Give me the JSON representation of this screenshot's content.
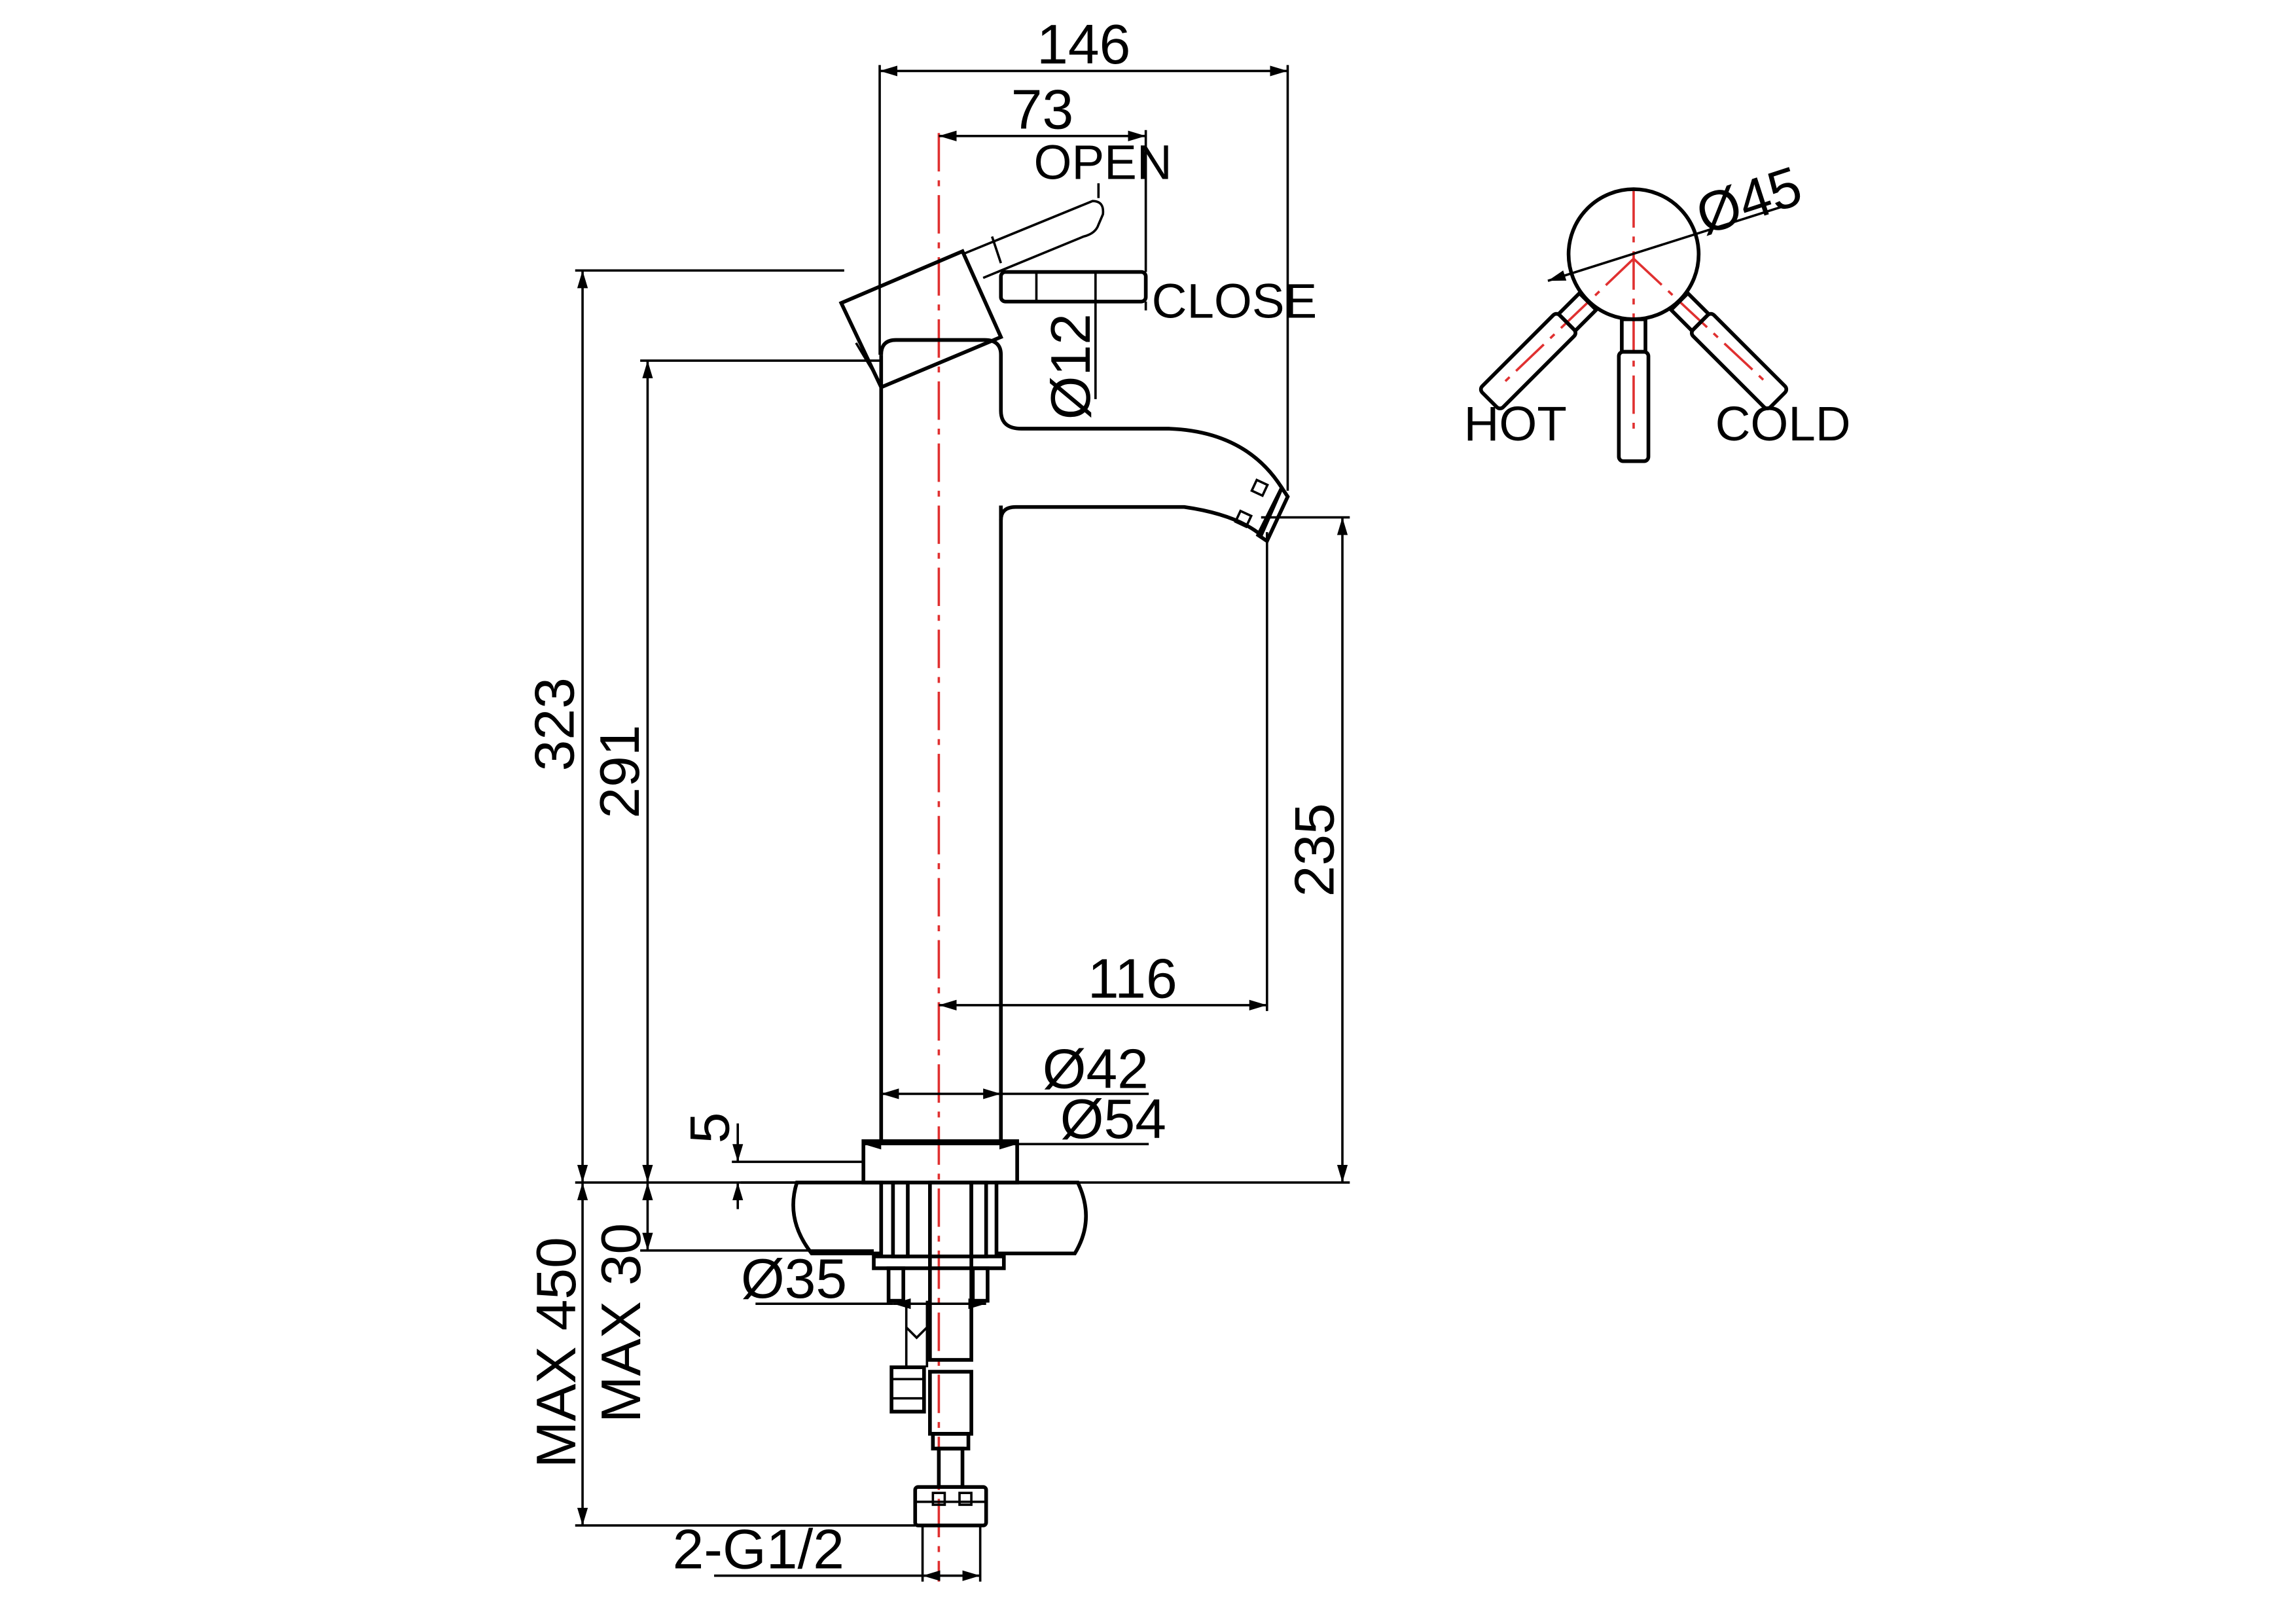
{
  "colors": {
    "line": "#000000",
    "centerline": "#e03030",
    "background": "#ffffff"
  },
  "front_view": {
    "dims": {
      "overall_width": "146",
      "handle_offset": "73",
      "handle_dia": "Ø12",
      "total_height": "323",
      "body_height": "291",
      "spout_height": "235",
      "spout_reach": "116",
      "body_dia": "Ø42",
      "base_dia": "Ø54",
      "base_thickness": "5",
      "shank_dia": "Ø35",
      "max_hose": "MAX 450",
      "max_deck": "MAX 30",
      "connection": "2-G1/2"
    },
    "labels": {
      "open": "OPEN",
      "close": "CLOSE"
    }
  },
  "top_view": {
    "dims": {
      "handle_dia": "Ø45"
    },
    "labels": {
      "hot": "HOT",
      "cold": "COLD"
    }
  }
}
